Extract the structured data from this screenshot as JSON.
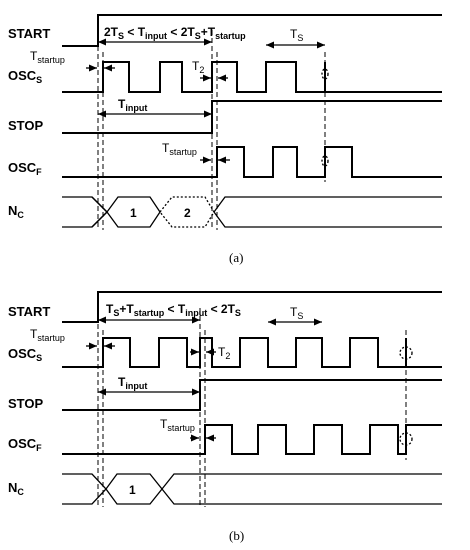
{
  "panel_a": {
    "signals": {
      "start": {
        "main": "START",
        "sub": ""
      },
      "osc_s": {
        "main": "OSC",
        "sub": "S"
      },
      "stop": {
        "main": "STOP",
        "sub": ""
      },
      "osc_f": {
        "main": "OSC",
        "sub": "F"
      },
      "nc": {
        "main": "N",
        "sub": "C"
      }
    },
    "condition": {
      "parts": [
        {
          "main": "2T",
          "sub": "S"
        },
        {
          "main": " < T",
          "sub": "input"
        },
        {
          "main": " < 2T",
          "sub": "S"
        },
        {
          "main": "+T",
          "sub": "startup"
        }
      ]
    },
    "labels": {
      "t_startup_1": {
        "main": "T",
        "sub": "startup"
      },
      "t2": {
        "main": "T",
        "sub": "2"
      },
      "ts": {
        "main": "T",
        "sub": "S"
      },
      "t_input": {
        "main": "T",
        "sub": "input"
      },
      "t_startup_2": {
        "main": "T",
        "sub": "startup"
      }
    },
    "counter": [
      "1",
      "2"
    ],
    "caption": "(a)"
  },
  "panel_b": {
    "signals": {
      "start": {
        "main": "START",
        "sub": ""
      },
      "osc_s": {
        "main": "OSC",
        "sub": "S"
      },
      "stop": {
        "main": "STOP",
        "sub": ""
      },
      "osc_f": {
        "main": "OSC",
        "sub": "F"
      },
      "nc": {
        "main": "N",
        "sub": "C"
      }
    },
    "condition": {
      "parts": [
        {
          "main": "T",
          "sub": "S"
        },
        {
          "main": "+T",
          "sub": "startup"
        },
        {
          "main": " < T",
          "sub": "input"
        },
        {
          "main": " < 2T",
          "sub": "S"
        }
      ]
    },
    "labels": {
      "t_startup_1": {
        "main": "T",
        "sub": "startup"
      },
      "t2": {
        "main": "T",
        "sub": "2"
      },
      "ts": {
        "main": "T",
        "sub": "S"
      },
      "t_input": {
        "main": "T",
        "sub": "input"
      },
      "t_startup_2": {
        "main": "T",
        "sub": "startup"
      }
    },
    "counter": [
      "1"
    ],
    "caption": "(b)"
  }
}
